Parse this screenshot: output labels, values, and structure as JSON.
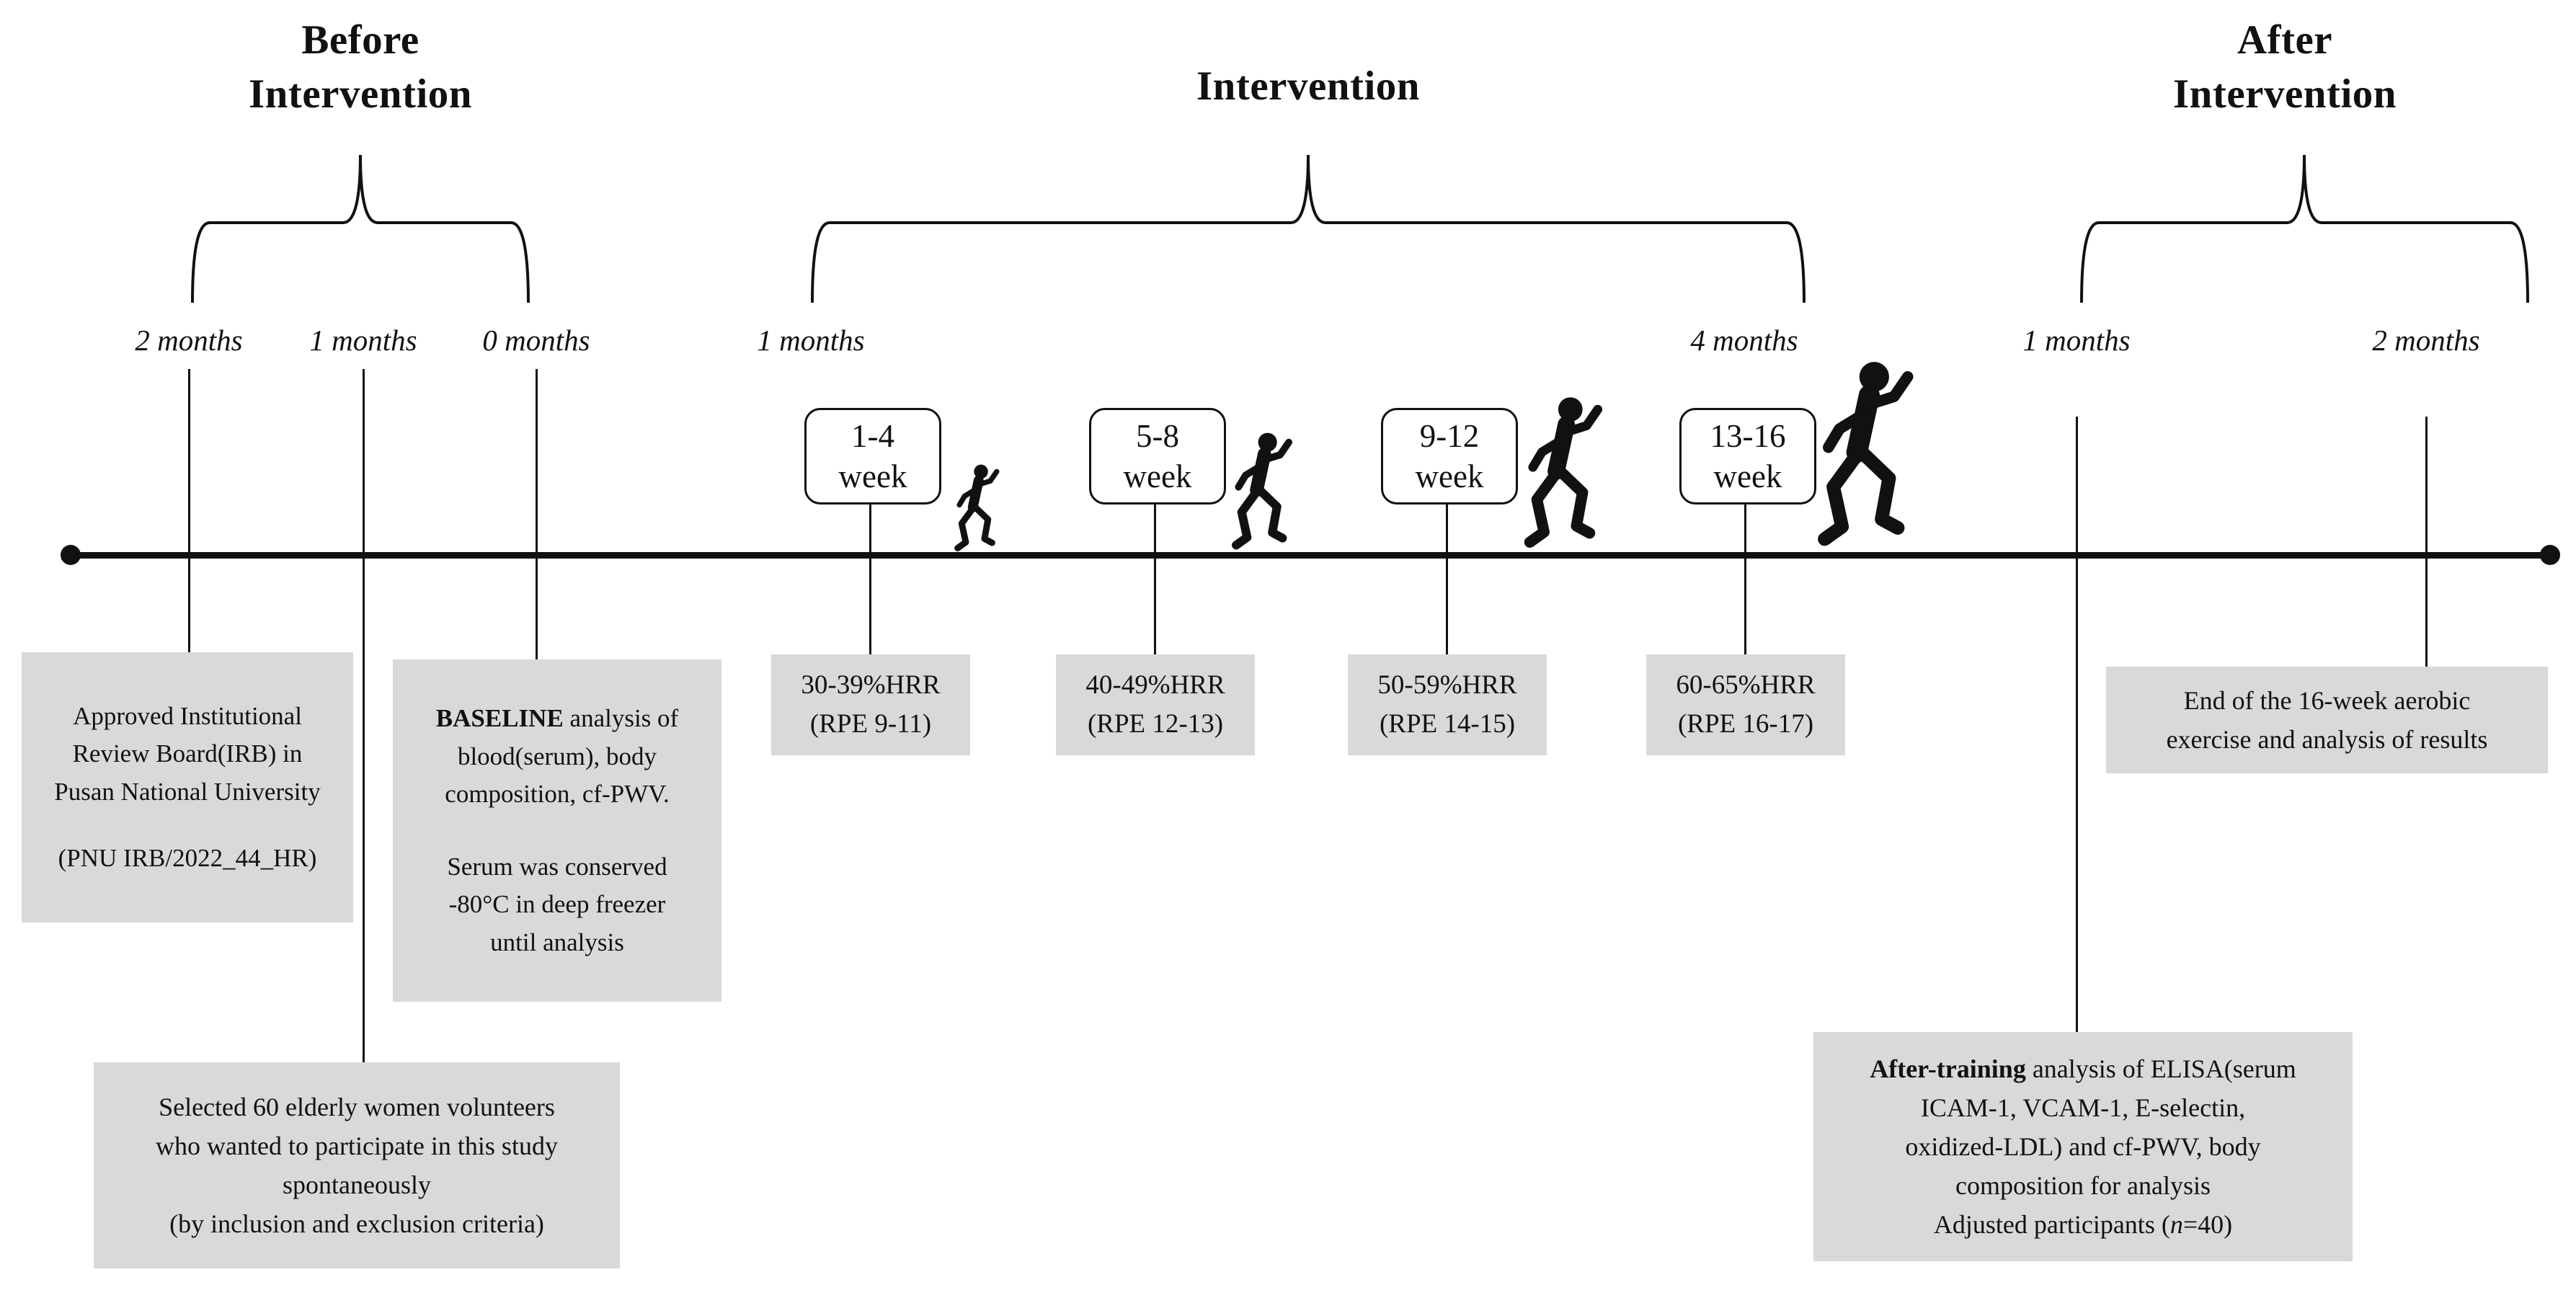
{
  "figure": {
    "phases": {
      "before": {
        "title": "Before\nIntervention"
      },
      "intervention": {
        "title": "Intervention"
      },
      "after": {
        "title": "After\nIntervention"
      }
    },
    "months": [
      "2 months",
      "1 months",
      "0 months",
      "1 months",
      "4 months",
      "1 months",
      "2 months"
    ],
    "weeks": [
      {
        "range": "1-4\nweek",
        "intensity": "30-39%HRR\n(RPE 9-11)"
      },
      {
        "range": "5-8\nweek",
        "intensity": "40-49%HRR\n(RPE 12-13)"
      },
      {
        "range": "9-12\nweek",
        "intensity": "50-59%HRR\n(RPE 14-15)"
      },
      {
        "range": "13-16\nweek",
        "intensity": "60-65%HRR\n(RPE 16-17)"
      }
    ],
    "notes": {
      "irb": {
        "main": "Approved Institutional\nReview Board(IRB) in\nPusan National University",
        "code": "(PNU IRB/2022_44_HR)"
      },
      "baseline": {
        "lead": "BASELINE",
        "body": " analysis of\nblood(serum), body\ncomposition, cf-PWV.",
        "body2": "Serum was conserved\n-80°C in deep freezer\nuntil analysis"
      },
      "selected": {
        "text": "Selected 60 elderly women volunteers\nwho wanted to participate in this study\nspontaneously\n(by inclusion and exclusion criteria)"
      },
      "end": {
        "text": "End of the 16-week aerobic\nexercise and analysis of results"
      },
      "after_training": {
        "lead": "After-training",
        "body": " analysis of ELISA(serum\nICAM-1, VCAM-1, E-selectin,\noxidized-LDL) and cf-PWV, body\ncomposition for analysis",
        "adjusted_pre": "Adjusted participants (",
        "adjusted_n": "n",
        "adjusted_post": "=40)"
      }
    },
    "colors": {
      "box_gray": "#d9d9d9",
      "ink": "#111111"
    }
  }
}
